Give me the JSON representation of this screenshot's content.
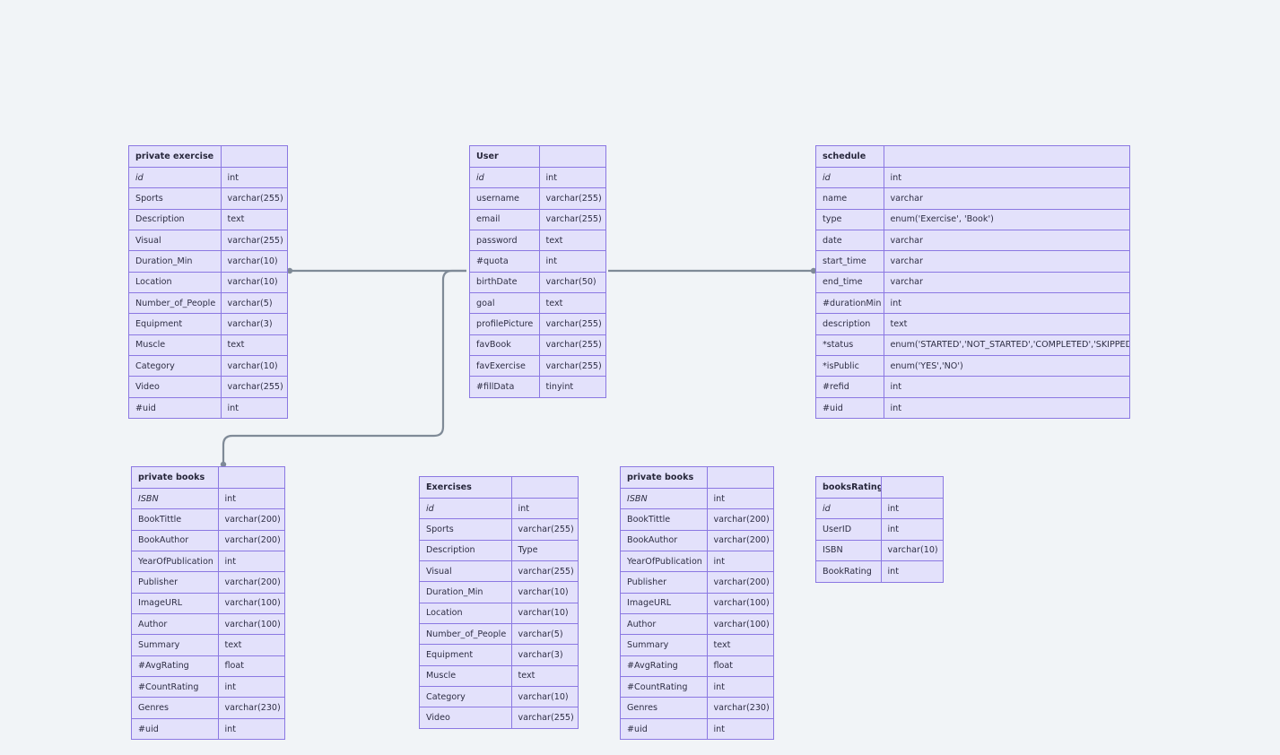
{
  "colors": {
    "background": "#f1f4f7",
    "entity_fill": "#e3e1fb",
    "entity_border": "#8b78e2",
    "connector": "#7f8a97",
    "text": "#2e2e44"
  },
  "entities": {
    "private_exercise": {
      "title": "private exercise",
      "fields": [
        [
          "id",
          "int"
        ],
        [
          "Sports",
          "varchar(255)"
        ],
        [
          "Description",
          "text"
        ],
        [
          "Visual",
          "varchar(255)"
        ],
        [
          "Duration_Min",
          "varchar(10)"
        ],
        [
          "Location",
          "varchar(10)"
        ],
        [
          "Number_of_People",
          "varchar(5)"
        ],
        [
          "Equipment",
          "varchar(3)"
        ],
        [
          "Muscle",
          "text"
        ],
        [
          "Category",
          "varchar(10)"
        ],
        [
          "Video",
          "varchar(255)"
        ],
        [
          "#uid",
          "int"
        ]
      ]
    },
    "user": {
      "title": "User",
      "fields": [
        [
          "id",
          "int"
        ],
        [
          "username",
          "varchar(255)"
        ],
        [
          "email",
          "varchar(255)"
        ],
        [
          "password",
          "text"
        ],
        [
          "#quota",
          "int"
        ],
        [
          "birthDate",
          "varchar(50)"
        ],
        [
          "goal",
          "text"
        ],
        [
          "profilePicture",
          "varchar(255)"
        ],
        [
          "favBook",
          "varchar(255)"
        ],
        [
          "favExercise",
          "varchar(255)"
        ],
        [
          "#fillData",
          "tinyint"
        ]
      ]
    },
    "schedule": {
      "title": "schedule",
      "fields": [
        [
          "id",
          "int"
        ],
        [
          "name",
          "varchar"
        ],
        [
          "type",
          "enum('Exercise', 'Book')"
        ],
        [
          "date",
          "varchar"
        ],
        [
          "start_time",
          "varchar"
        ],
        [
          "end_time",
          "varchar"
        ],
        [
          "#durationMin",
          "int"
        ],
        [
          "description",
          "text"
        ],
        [
          "*status",
          "enum('STARTED','NOT_STARTED','COMPLETED','SKIPPED'"
        ],
        [
          "*isPublic",
          "enum('YES','NO')"
        ],
        [
          "#refid",
          "int"
        ],
        [
          "#uid",
          "int"
        ]
      ]
    },
    "private_books_left": {
      "title": "private books",
      "fields": [
        [
          "ISBN",
          "int"
        ],
        [
          "BookTittle",
          "varchar(200)"
        ],
        [
          "BookAuthor",
          "varchar(200)"
        ],
        [
          "YearOfPublication",
          "int"
        ],
        [
          "Publisher",
          "varchar(200)"
        ],
        [
          "ImageURL",
          "varchar(100)"
        ],
        [
          "Author",
          "varchar(100)"
        ],
        [
          "Summary",
          "text"
        ],
        [
          "#AvgRating",
          "float"
        ],
        [
          "#CountRating",
          "int"
        ],
        [
          "Genres",
          "varchar(230)"
        ],
        [
          "#uid",
          "int"
        ]
      ]
    },
    "exercises": {
      "title": "Exercises",
      "fields": [
        [
          "id",
          "int"
        ],
        [
          "Sports",
          "varchar(255)"
        ],
        [
          "Description",
          "Type"
        ],
        [
          "Visual",
          "varchar(255)"
        ],
        [
          "Duration_Min",
          "varchar(10)"
        ],
        [
          "Location",
          "varchar(10)"
        ],
        [
          "Number_of_People",
          "varchar(5)"
        ],
        [
          "Equipment",
          "varchar(3)"
        ],
        [
          "Muscle",
          "text"
        ],
        [
          "Category",
          "varchar(10)"
        ],
        [
          "Video",
          "varchar(255)"
        ]
      ]
    },
    "private_books_right": {
      "title": "private books",
      "fields": [
        [
          "ISBN",
          "int"
        ],
        [
          "BookTittle",
          "varchar(200)"
        ],
        [
          "BookAuthor",
          "varchar(200)"
        ],
        [
          "YearOfPublication",
          "int"
        ],
        [
          "Publisher",
          "varchar(200)"
        ],
        [
          "ImageURL",
          "varchar(100)"
        ],
        [
          "Author",
          "varchar(100)"
        ],
        [
          "Summary",
          "text"
        ],
        [
          "#AvgRating",
          "float"
        ],
        [
          "#CountRating",
          "int"
        ],
        [
          "Genres",
          "varchar(230)"
        ],
        [
          "#uid",
          "int"
        ]
      ]
    },
    "books_rating": {
      "title": "booksRating",
      "fields": [
        [
          "id",
          "int"
        ],
        [
          "UserID",
          "int"
        ],
        [
          "ISBN",
          "varchar(10)"
        ],
        [
          "BookRating",
          "int"
        ]
      ]
    }
  },
  "relationships": [
    {
      "from": "private_exercise",
      "to": "user"
    },
    {
      "from": "user",
      "to": "schedule"
    },
    {
      "from": "user",
      "to": "private_books_left"
    }
  ]
}
